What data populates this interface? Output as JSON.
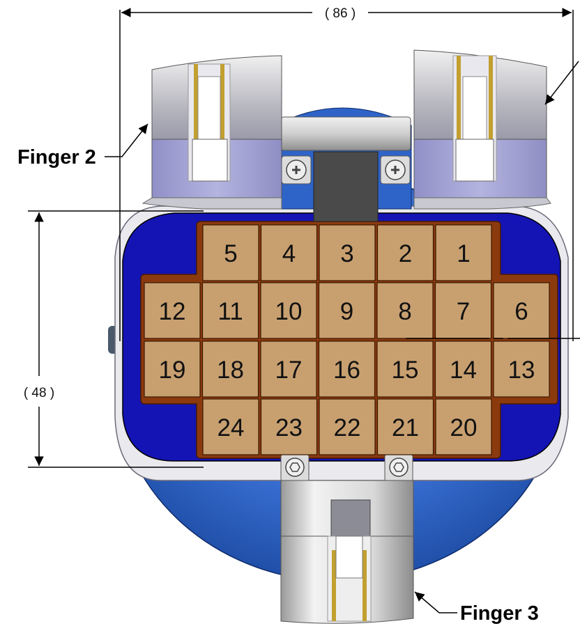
{
  "dimensions": {
    "width_label": "( 86 )",
    "height_label": "( 48 )"
  },
  "fingers": {
    "finger2": "Finger 2",
    "finger3": "Finger 3"
  },
  "pads": {
    "row1": [
      "5",
      "4",
      "3",
      "2",
      "1"
    ],
    "row2": [
      "12",
      "11",
      "10",
      "9",
      "8",
      "7",
      "6"
    ],
    "row3": [
      "19",
      "18",
      "17",
      "16",
      "15",
      "14",
      "13"
    ],
    "row4": [
      "24",
      "23",
      "22",
      "21",
      "20"
    ]
  },
  "colors": {
    "body_blue": "#1414b4",
    "rim_blue": "#2e64c8",
    "carrier_brown": "#8b3a0e",
    "pad_tan": "#c8a070",
    "metal_light": "#e6e6e6",
    "finger_purple": "#a8a8d8"
  }
}
